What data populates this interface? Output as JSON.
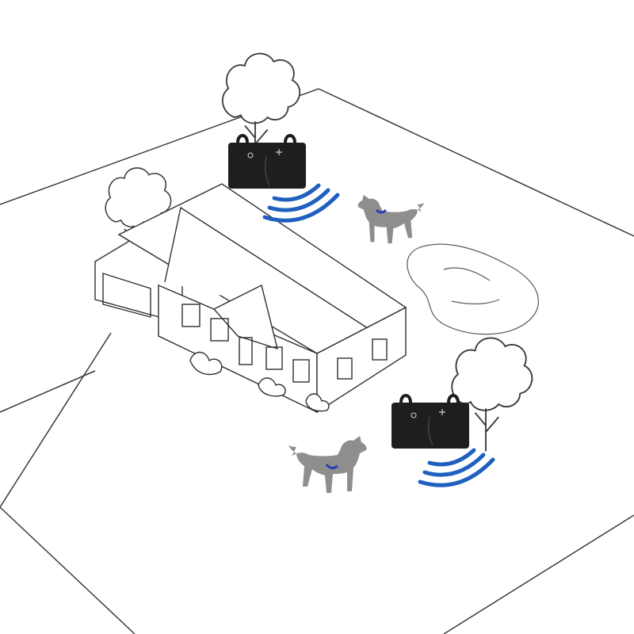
{
  "scene": {
    "description_visible_text": "",
    "colors": {
      "background": "#ffffff",
      "line": "#3a3a3a",
      "device": "#1e1e1e",
      "device_highlight": "#3b3b3b",
      "wave": "#1f5fbf",
      "dog": "#8e8e8e",
      "collar": "#2b3fb5"
    },
    "devices": [
      {
        "name": "ultrasonic-device",
        "icons": [
          "brightness-icon",
          "plus-icon"
        ]
      },
      {
        "name": "ultrasonic-device",
        "icons": [
          "brightness-icon",
          "plus-icon"
        ]
      }
    ],
    "dogs": [
      {
        "name": "dog",
        "collar": true
      },
      {
        "name": "dog",
        "collar": true
      }
    ],
    "house": {
      "name": "house"
    },
    "trees": [
      "tree",
      "tree",
      "tree"
    ],
    "signal_waves": [
      "signal-waves",
      "signal-waves"
    ]
  }
}
